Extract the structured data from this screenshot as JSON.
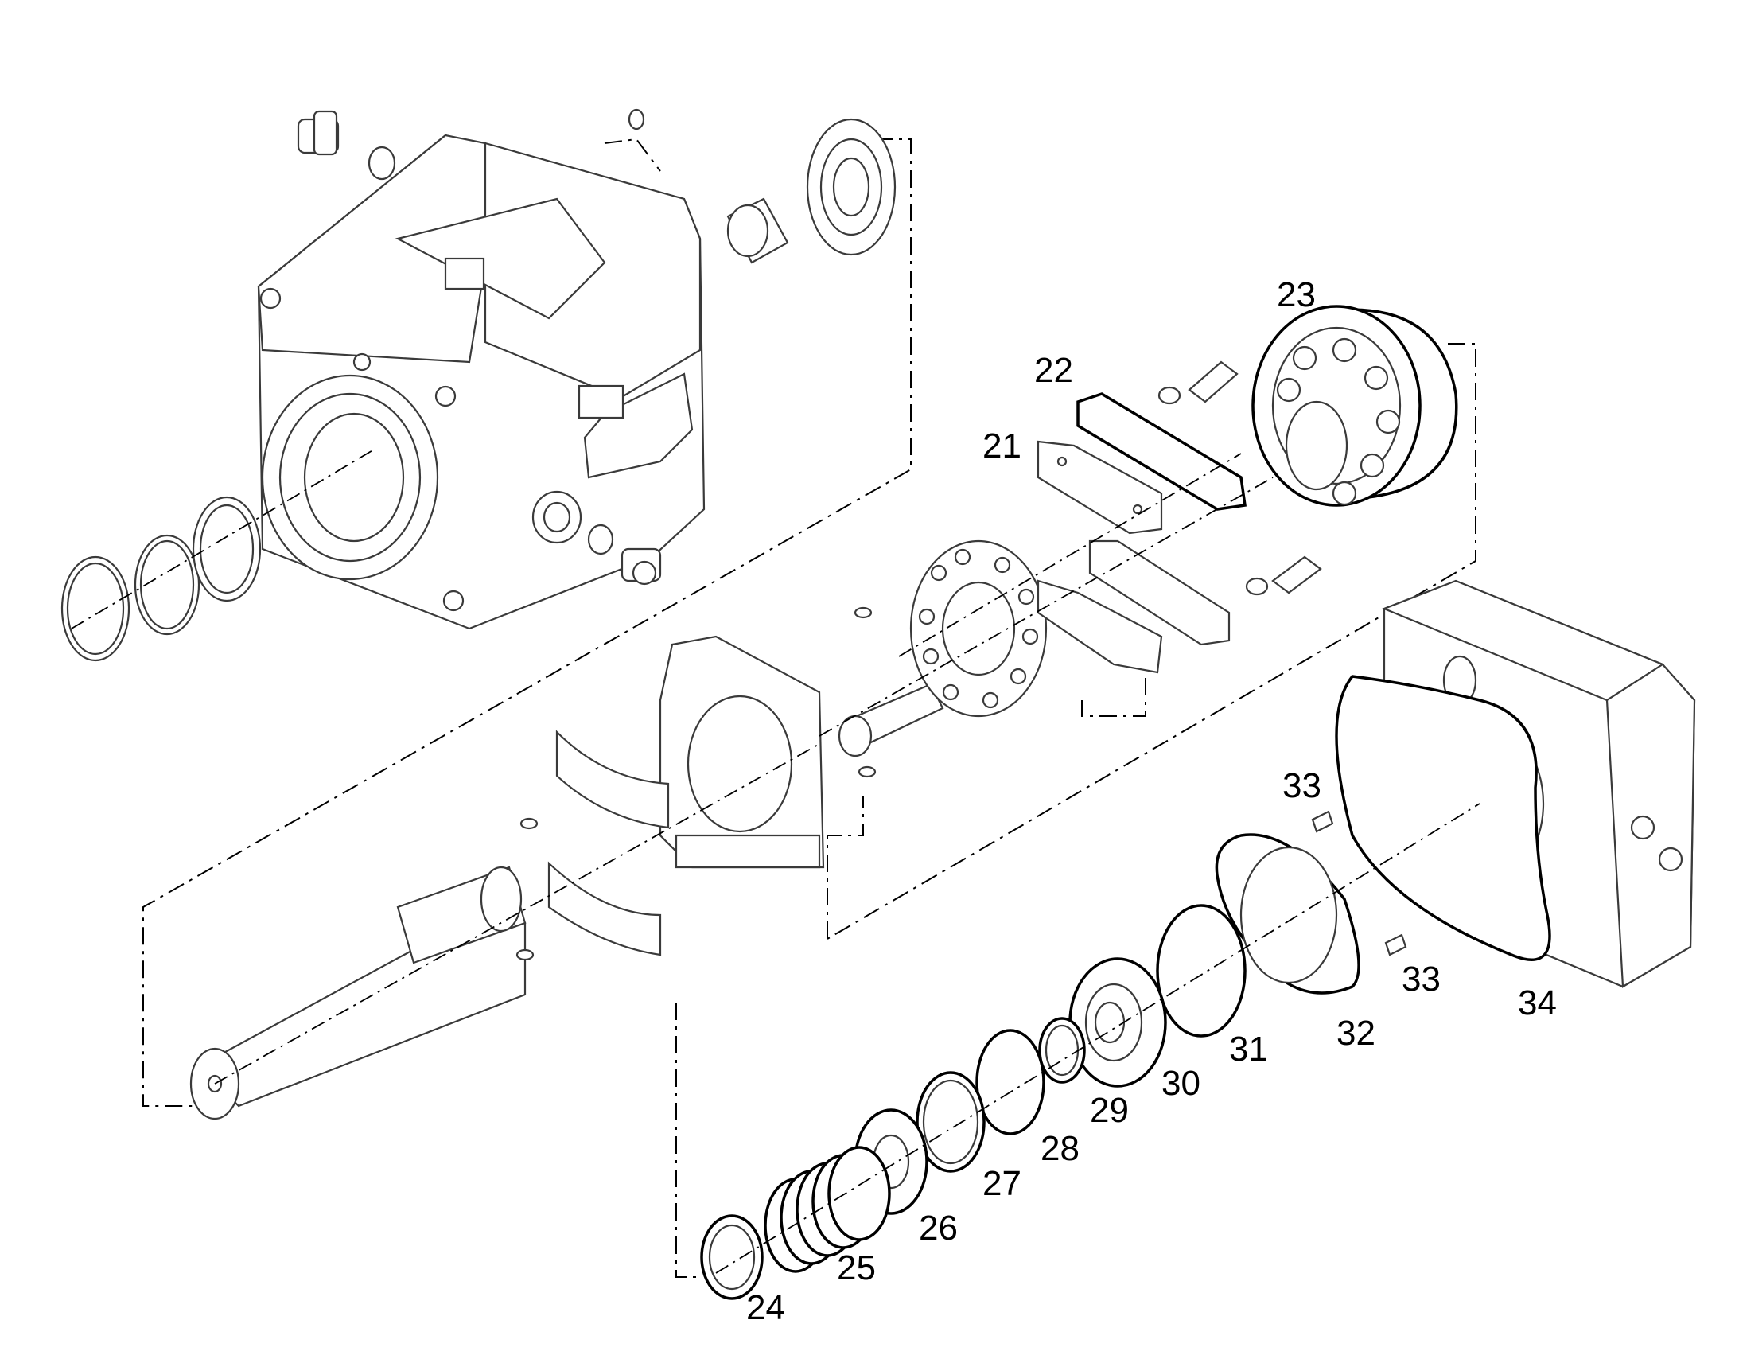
{
  "diagram": {
    "type": "exploded parts diagram",
    "line_color": "#000000",
    "callouts": [
      "21",
      "22",
      "23",
      "24",
      "25",
      "26",
      "27",
      "28",
      "29",
      "30",
      "31",
      "32",
      "33",
      "33",
      "34"
    ]
  }
}
